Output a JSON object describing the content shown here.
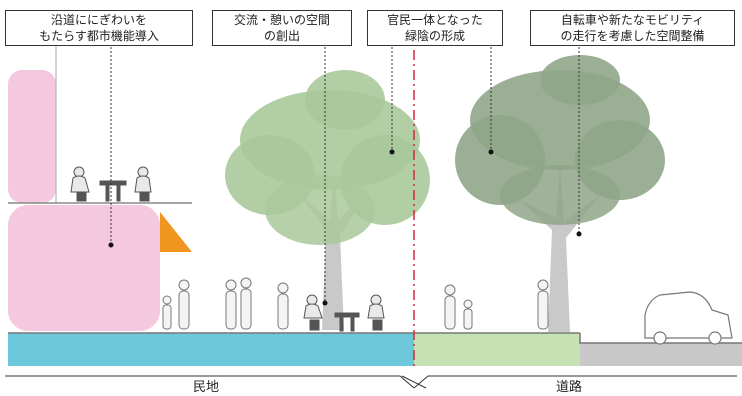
{
  "callouts": [
    {
      "line1": "沿道ににぎわいを",
      "line2": "もたらす都市機能導入"
    },
    {
      "line1": "交流・憩いの空間",
      "line2": "の創出"
    },
    {
      "line1": "官民一体となった",
      "line2": "緑陰の形成"
    },
    {
      "line1": "自転車や新たなモビリティ",
      "line2": "の走行を考慮した空間整備"
    }
  ],
  "zones": {
    "private": "民地",
    "road": "道路"
  },
  "colors": {
    "building": "#f4c8de",
    "awning": "#f0961e",
    "sidewalk_private": "#6ec8dc",
    "sidewalk_public": "#c6e2b4",
    "road": "#c8c8c8",
    "tree_left": "#a9c99b",
    "tree_right": "#8fa688",
    "trunk": "#c9c9c9",
    "boundary_line": "#d2283c"
  }
}
